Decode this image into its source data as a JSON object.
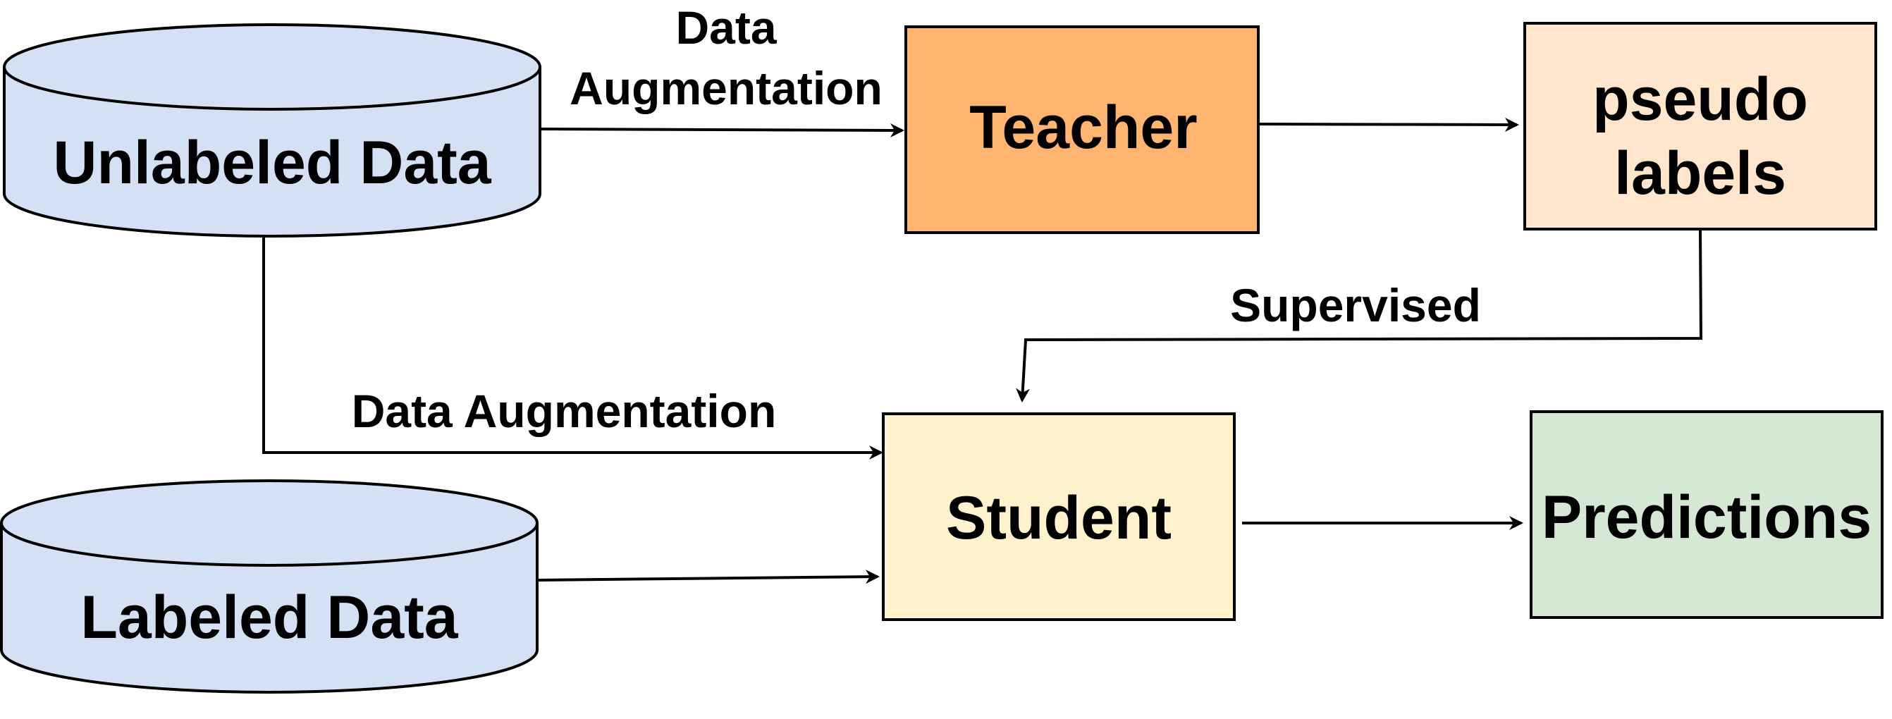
{
  "nodes": {
    "unlabeled_data": {
      "label": "Unlabeled Data",
      "fill": "#d4e1f5"
    },
    "labeled_data": {
      "label": "Labeled Data",
      "fill": "#d4e1f5"
    },
    "teacher": {
      "label": "Teacher",
      "fill": "#ffb570"
    },
    "pseudo_labels": {
      "line1": "pseudo",
      "line2": "labels",
      "fill": "#ffe6cc"
    },
    "student": {
      "label": "Student",
      "fill": "#fff2cc"
    },
    "predictions": {
      "label": "Predictions",
      "fill": "#d5e8d4"
    }
  },
  "edges": {
    "unlabeled_to_teacher": {
      "line1": "Data",
      "line2": "Augmentation"
    },
    "pseudo_to_student": {
      "label": "Supervised"
    },
    "unlabeled_to_student": {
      "label": "Data Augmentation"
    }
  },
  "colors": {
    "stroke": "#000000"
  }
}
